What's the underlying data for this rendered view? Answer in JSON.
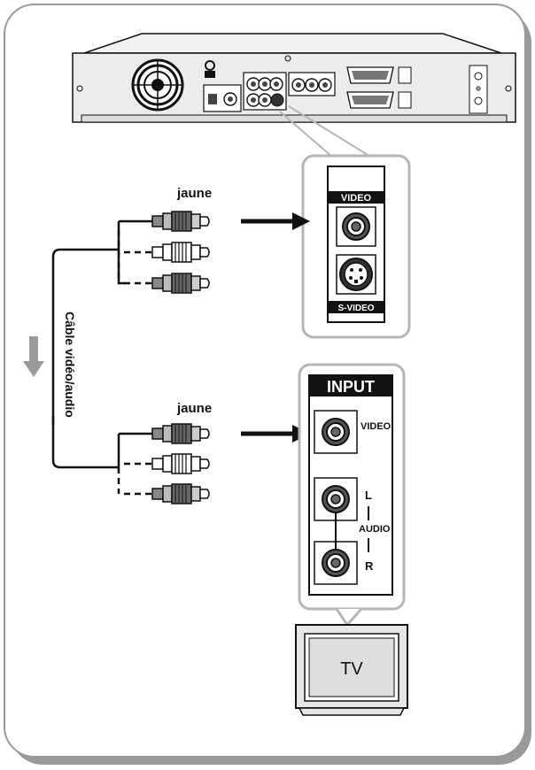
{
  "labels": {
    "jaune_top": "jaune",
    "jaune_bottom": "jaune",
    "cable": "Câble vidéo/audio",
    "video_panel_title": "VIDEO",
    "svideo_label": "S-VIDEO",
    "input_title": "INPUT",
    "input_video": "VIDEO",
    "input_l": "L",
    "input_audio": "AUDIO",
    "input_r": "R",
    "tv": "TV"
  },
  "colors": {
    "background_frame": "#9a9a9a",
    "panel_border": "#b5b5b5",
    "device_body": "#e9e9e9",
    "text": "#111111",
    "arrow_gray": "#9a9a9a"
  },
  "icons": {
    "down_arrow": "down-arrow-icon",
    "jack": "rca-jack-icon",
    "svideo": "svideo-jack-icon"
  }
}
